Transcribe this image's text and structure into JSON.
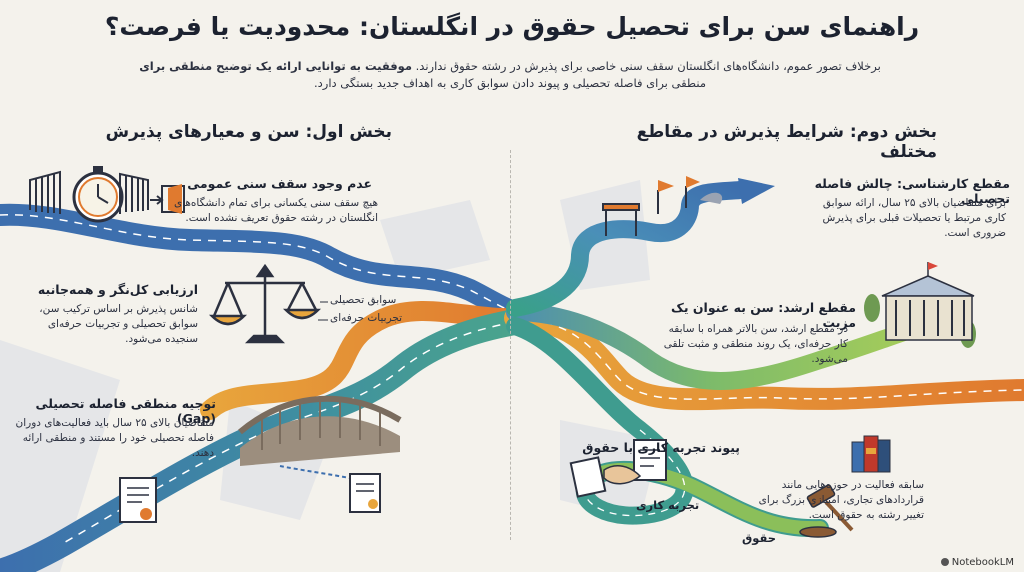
{
  "header": {
    "title": "راهنمای سن برای تحصیل حقوق در انگلستان: محدودیت یا فرصت؟",
    "intro_line1_a": "برخلاف تصور عموم، دانشگاه‌های انگلستان سقف سنی خاصی برای پذیرش در رشته حقوق ندارند.",
    "intro_line1_b": "موفقیت به توانایی ارائه یک توضیح منطقی برای",
    "intro_line2": "منطقی برای فاصله تحصیلی و پیوند دادن سوابق کاری به اهداف جدید بستگی دارد."
  },
  "section1": {
    "title": "بخش اول: سن و معیارهای پذیرش",
    "items": [
      {
        "title": "عدم وجود سقف سنی عمومی",
        "text": "هیچ سقف سنی یکسانی برای تمام دانشگاه‌های انگلستان در رشته حقوق تعریف نشده است."
      },
      {
        "title": "ارزیابی کل‌نگر و همه‌جانبه",
        "text": "شانس پذیرش بر اساس ترکیب سن، سوابق تحصیلی و تجربیات حرفه‌ای سنجیده می‌شود."
      },
      {
        "title": "توجیه منطقی فاصله تحصیلی (Gap)",
        "text": "متقاضیان بالای ۲۵ سال باید فعالیت‌های دوران فاصله تحصیلی خود را مستند و منطقی ارائه دهند."
      }
    ],
    "scale_labels": [
      "سوابق تحصیلی",
      "تجربیات حرفه‌ای"
    ]
  },
  "section2": {
    "title": "بخش دوم: شرایط پذیرش در مقاطع مختلف",
    "items": [
      {
        "title": "مقطع کارشناسی: چالش فاصله تحصیلی",
        "text": "برای متقاضیان بالای ۲۵ سال، ارائه سوابق کاری مرتبط یا تحصیلات قبلی برای پذیرش ضروری است."
      },
      {
        "title": "مقطع ارشد: سن به عنوان یک مزیت",
        "text": "در مقطع ارشد، سن بالاتر همراه با سابقه کار حرفه‌ای، یک روند منطقی و مثبت تلقی می‌شود."
      },
      {
        "title": "پیوند تجربه کاری با حقوق",
        "text": "سابقه فعالیت در حوزه‌هایی مانند قراردادهای تجاری، امتیازی بزرگ برای تغییر رشته به حقوق است."
      }
    ],
    "road_labels": [
      "تجربه کاری",
      "حقوق"
    ]
  },
  "footer": {
    "brand": "NotebookLM"
  },
  "colors": {
    "road_blue": "#3d6fae",
    "road_teal": "#3f9c8f",
    "road_green": "#8bbf5a",
    "road_orange": "#e07a2f",
    "background": "#f4f2ec"
  }
}
